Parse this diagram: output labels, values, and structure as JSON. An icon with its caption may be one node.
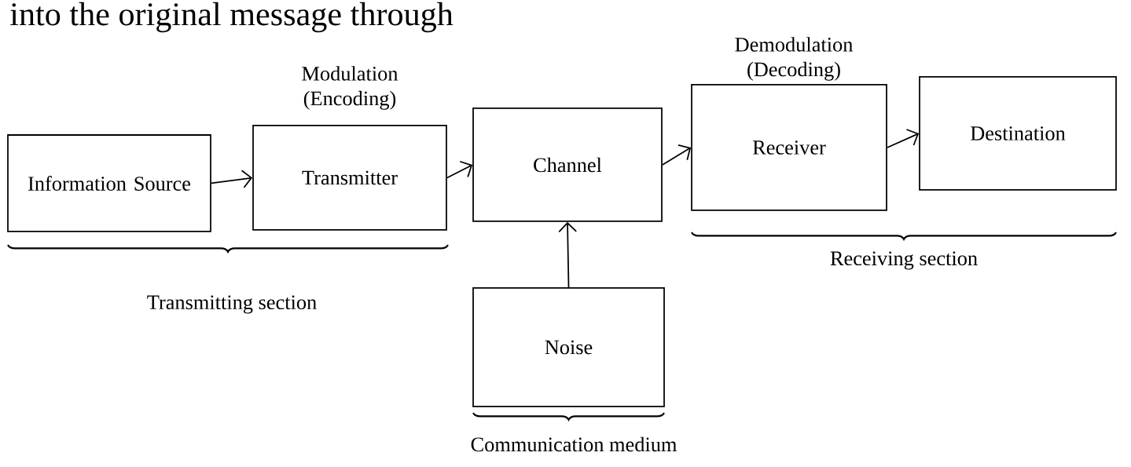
{
  "diagram": {
    "nodes": [
      {
        "text": [
          "Information Source"
        ]
      },
      {
        "text": [
          "Transmitter"
        ],
        "beside": [
          "Modulation (Encoding)"
        ]
      },
      {
        "text": [
          "Channel"
        ]
      },
      {
        "text": [
          "Receiver"
        ],
        "beside": [
          "Demodulation (Decoding)"
        ]
      },
      {
        "text": [
          "Destination"
        ]
      },
      {
        "text": [
          "Noise"
        ]
      }
    ],
    "edges": [
      {
        "from": 0,
        "to": 1,
        "arrow": "to"
      },
      {
        "from": 1,
        "to": 2,
        "arrow": "to"
      },
      {
        "from": 2,
        "to": 3,
        "arrow": "to"
      },
      {
        "from": 3,
        "to": 4,
        "arrow": "to"
      },
      {
        "from": 5,
        "to": 2,
        "arrow": "to"
      }
    ],
    "labels": [
      "into the original message through",
      "Transmitting section",
      "Receiving section",
      "Communication medium"
    ]
  }
}
